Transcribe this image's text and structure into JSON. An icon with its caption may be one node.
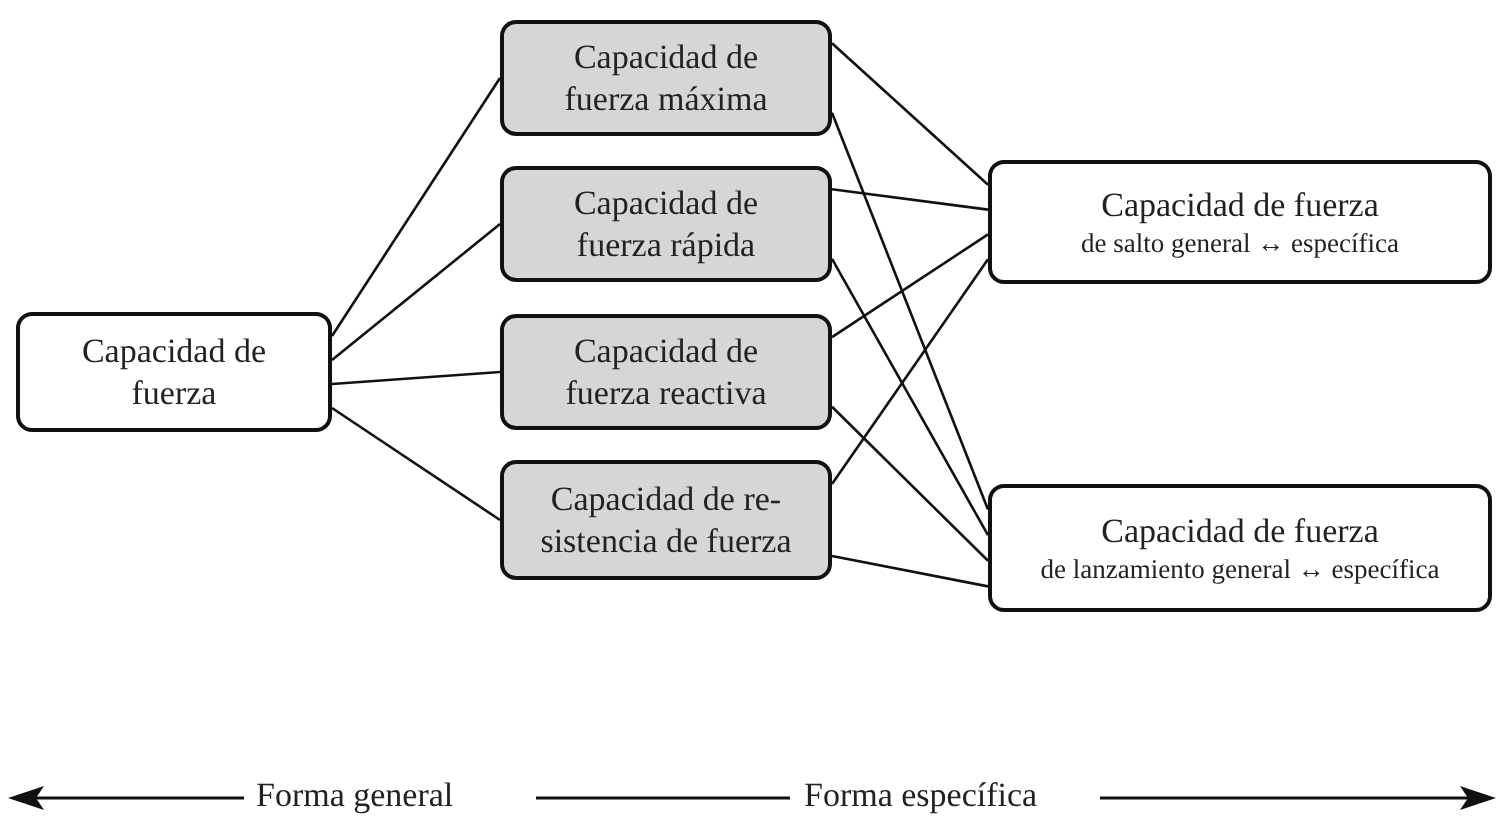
{
  "diagram": {
    "nodes": [
      {
        "text": [
          "Capacidad de fuerza"
        ]
      },
      {
        "text": [
          "Capacidad de fuerza máxima"
        ]
      },
      {
        "text": [
          "Capacidad de fuerza rápida"
        ]
      },
      {
        "text": [
          "Capacidad de fuerza reactiva"
        ]
      },
      {
        "text": [
          "Capacidad de re-sistencia de fuerza"
        ]
      },
      {
        "text": [
          "Capacidad de fuerza",
          "de salto general ↔ específica"
        ]
      },
      {
        "text": [
          "Capacidad de fuerza",
          "de lanzamiento general ↔ específica"
        ]
      }
    ],
    "edges": [
      {
        "from": 0,
        "to": 1,
        "arrow": "none"
      },
      {
        "from": 0,
        "to": 2,
        "arrow": "none"
      },
      {
        "from": 0,
        "to": 3,
        "arrow": "none"
      },
      {
        "from": 0,
        "to": 4,
        "arrow": "none"
      },
      {
        "from": 1,
        "to": 5,
        "arrow": "none"
      },
      {
        "from": 1,
        "to": 6,
        "arrow": "none"
      },
      {
        "from": 2,
        "to": 5,
        "arrow": "none"
      },
      {
        "from": 2,
        "to": 6,
        "arrow": "none"
      },
      {
        "from": 3,
        "to": 5,
        "arrow": "none"
      },
      {
        "from": 3,
        "to": 6,
        "arrow": "none"
      },
      {
        "from": 4,
        "to": 5,
        "arrow": "none"
      },
      {
        "from": 4,
        "to": 6,
        "arrow": "none"
      }
    ],
    "labels": [
      "Forma general",
      "Forma específica"
    ]
  }
}
